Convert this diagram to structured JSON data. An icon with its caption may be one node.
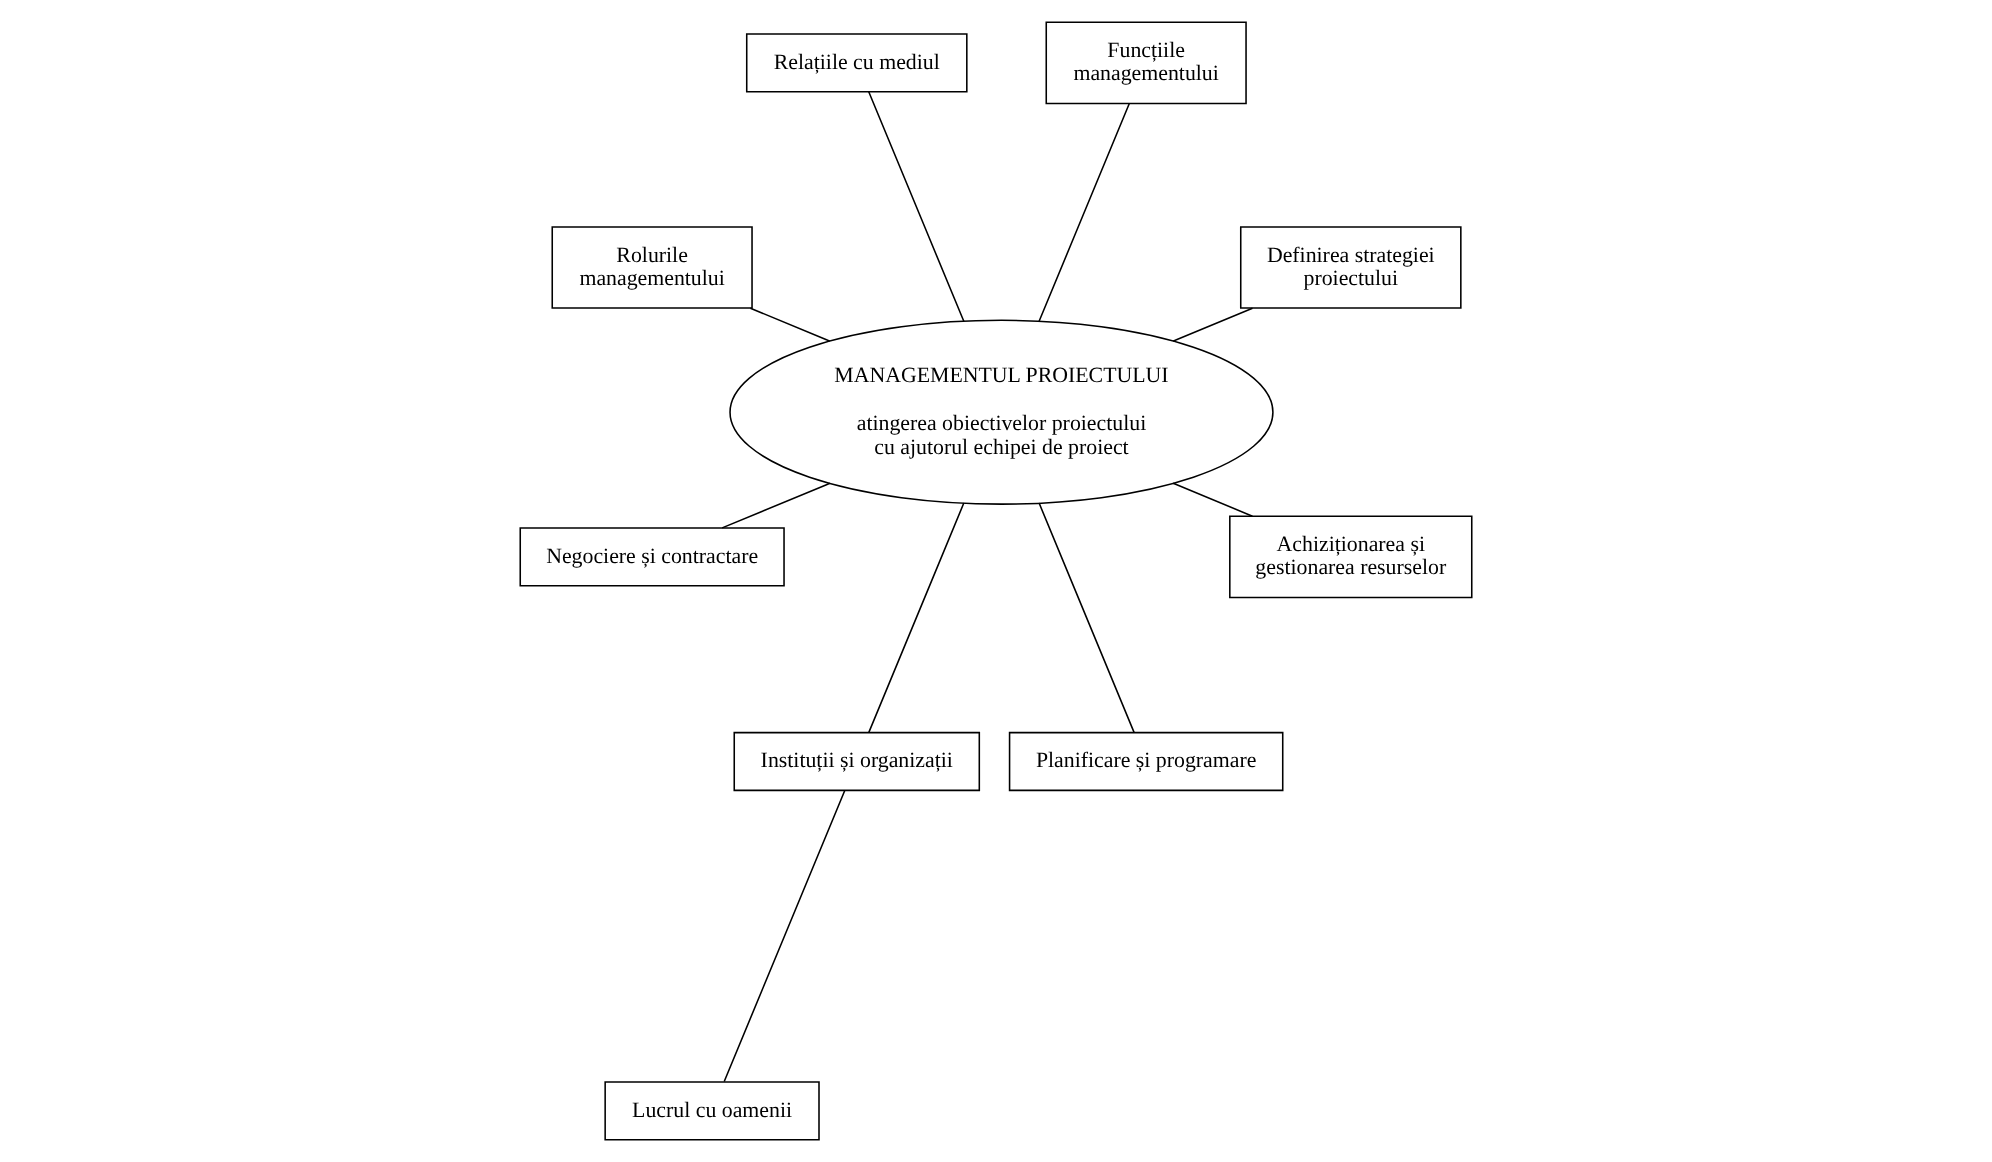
{
  "diagram": {
    "nodes": [
      {
        "text": [
          "MANAGEMENTUL PROIECTULUI",
          "atingerea obiectivelor proiectului cu ajutorul echipei de proiect"
        ]
      },
      {
        "text": [
          "Definirea strategiei proiectului"
        ]
      },
      {
        "text": [
          "Funcțiile managementului"
        ]
      },
      {
        "text": [
          "Relațiile cu mediul"
        ]
      },
      {
        "text": [
          "Rolurile managementului"
        ]
      },
      {
        "text": [
          "Negociere și contractare"
        ]
      },
      {
        "text": [
          "Instituții și organizații"
        ]
      },
      {
        "text": [
          "Planificare și programare"
        ]
      },
      {
        "text": [
          "Lucrul cu oamenii"
        ]
      },
      {
        "text": [
          "Achiziționarea și gestionarea resurselor"
        ]
      }
    ],
    "edges": [
      {
        "from": 0,
        "to": 1,
        "arrow": "none"
      },
      {
        "from": 0,
        "to": 2,
        "arrow": "none"
      },
      {
        "from": 0,
        "to": 3,
        "arrow": "none"
      },
      {
        "from": 0,
        "to": 4,
        "arrow": "none"
      },
      {
        "from": 0,
        "to": 5,
        "arrow": "none"
      },
      {
        "from": 0,
        "to": 6,
        "arrow": "none"
      },
      {
        "from": 0,
        "to": 7,
        "arrow": "none"
      },
      {
        "from": 6,
        "to": 8,
        "arrow": "none"
      },
      {
        "from": 0,
        "to": 9,
        "arrow": "none"
      }
    ]
  }
}
